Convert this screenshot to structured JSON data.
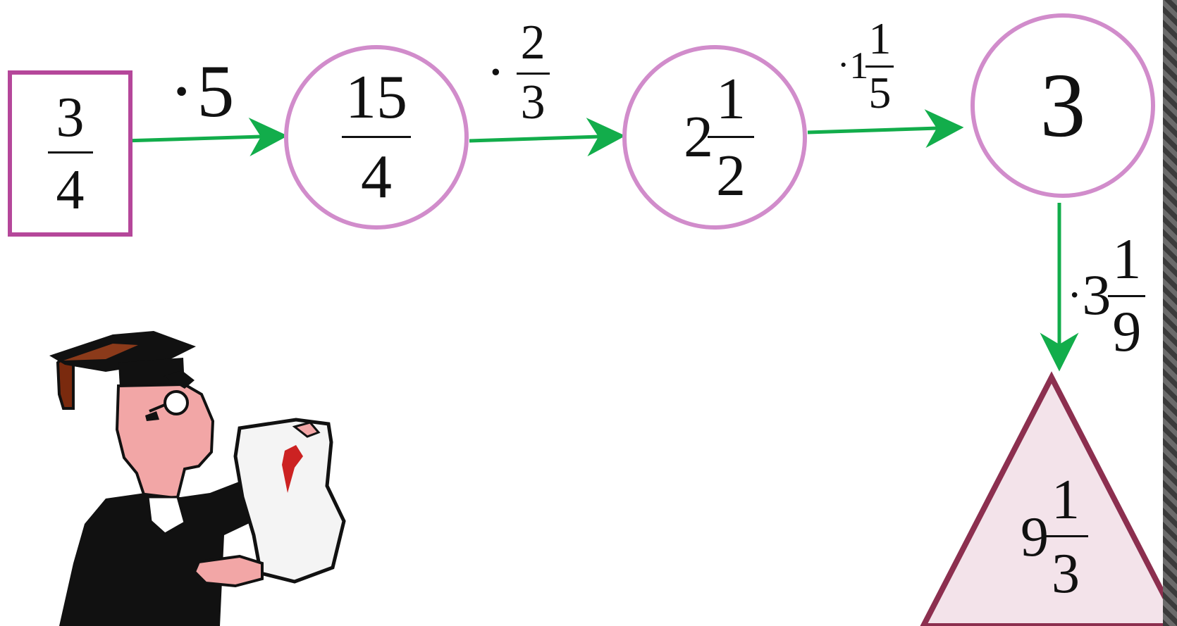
{
  "colors": {
    "square_border": "#b5479a",
    "circle_border": "#d18ccb",
    "triangle_border": "#8c2f4f",
    "triangle_fill": "#f3e3ea",
    "arrow": "#12ad4b",
    "text": "#111111"
  },
  "nodes": {
    "start": {
      "shape": "square",
      "num": "3",
      "den": "4"
    },
    "step1": {
      "shape": "circle",
      "num": "15",
      "den": "4"
    },
    "step2": {
      "shape": "circle",
      "whole": "2",
      "num": "1",
      "den": "2"
    },
    "step3": {
      "shape": "circle",
      "value": "3"
    },
    "result": {
      "shape": "triangle",
      "whole": "9",
      "num": "1",
      "den": "3"
    }
  },
  "operations": {
    "op1": {
      "dot": "·",
      "value": "5"
    },
    "op2": {
      "dot": "·",
      "num": "2",
      "den": "3"
    },
    "op3": {
      "dot": "·",
      "whole": "1",
      "num": "1",
      "den": "5"
    },
    "op4": {
      "dot": "·",
      "whole": "3",
      "num": "1",
      "den": "9"
    }
  },
  "illustration": {
    "icon": "graduate-with-diploma-icon"
  }
}
